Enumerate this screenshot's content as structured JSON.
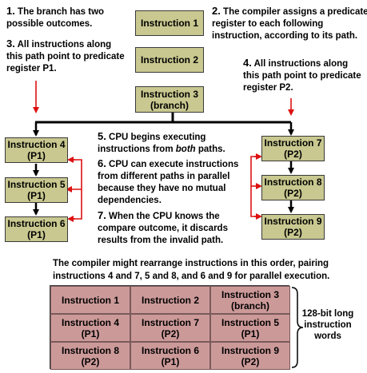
{
  "boxes": {
    "i1": {
      "label": "Instruction 1",
      "sub": ""
    },
    "i2": {
      "label": "Instruction 2",
      "sub": ""
    },
    "i3": {
      "label": "Instruction 3",
      "sub": "(branch)"
    },
    "i4": {
      "label": "Instruction 4",
      "sub": "(P1)"
    },
    "i5": {
      "label": "Instruction 5",
      "sub": "(P1)"
    },
    "i6": {
      "label": "Instruction 6",
      "sub": "(P1)"
    },
    "i7": {
      "label": "Instruction 7",
      "sub": "(P2)"
    },
    "i8": {
      "label": "Instruction 8",
      "sub": "(P2)"
    },
    "i9": {
      "label": "Instruction 9",
      "sub": "(P2)"
    }
  },
  "notes": {
    "n1": {
      "num": "1.",
      "lines": [
        "The branch has two",
        "possible outcomes."
      ]
    },
    "n2": {
      "num": "2.",
      "lines": [
        "The compiler assigns a predicate",
        "register to each following",
        "instruction, according to its path."
      ]
    },
    "n3": {
      "num": "3.",
      "lines": [
        "All instructions along",
        "this path point to predicate",
        "register P1."
      ]
    },
    "n4": {
      "num": "4.",
      "lines": [
        "All instructions along",
        "this path point to predicate",
        "register P2."
      ]
    },
    "n5": {
      "num": "5.",
      "line1": "CPU begins executing",
      "line2_pre": "instructions from ",
      "line2_em": "both",
      "line2_post": " paths."
    },
    "n6": {
      "num": "6.",
      "lines": [
        "CPU can execute instructions",
        "from different paths in parallel",
        "because they have no mutual",
        "dependencies."
      ]
    },
    "n7": {
      "num": "7.",
      "lines": [
        "When the CPU knows the",
        "compare outcome, it discards",
        "results from the invalid path."
      ]
    }
  },
  "caption": [
    "The compiler might rearrange instructions in this order, pairing",
    "instructions 4 and 7, 5 and 8, and 6 and 9 for parallel execution."
  ],
  "grid": [
    [
      {
        "label": "Instruction 1",
        "sub": ""
      },
      {
        "label": "Instruction 2",
        "sub": ""
      },
      {
        "label": "Instruction 3",
        "sub": "(branch)"
      }
    ],
    [
      {
        "label": "Instruction 4",
        "sub": "(P1)"
      },
      {
        "label": "Instruction 7",
        "sub": "(P2)"
      },
      {
        "label": "Instruction 5",
        "sub": "(P1)"
      }
    ],
    [
      {
        "label": "Instruction 8",
        "sub": "(P2)"
      },
      {
        "label": "Instruction 6",
        "sub": "(P1)"
      },
      {
        "label": "Instruction 9",
        "sub": "(P2)"
      }
    ]
  ],
  "grid_label": [
    "128-bit long",
    "instruction",
    "words"
  ],
  "colors": {
    "box": "#c8c890",
    "cell": "#cc9999",
    "arrow_red": "#dd1111",
    "line": "#000000"
  }
}
